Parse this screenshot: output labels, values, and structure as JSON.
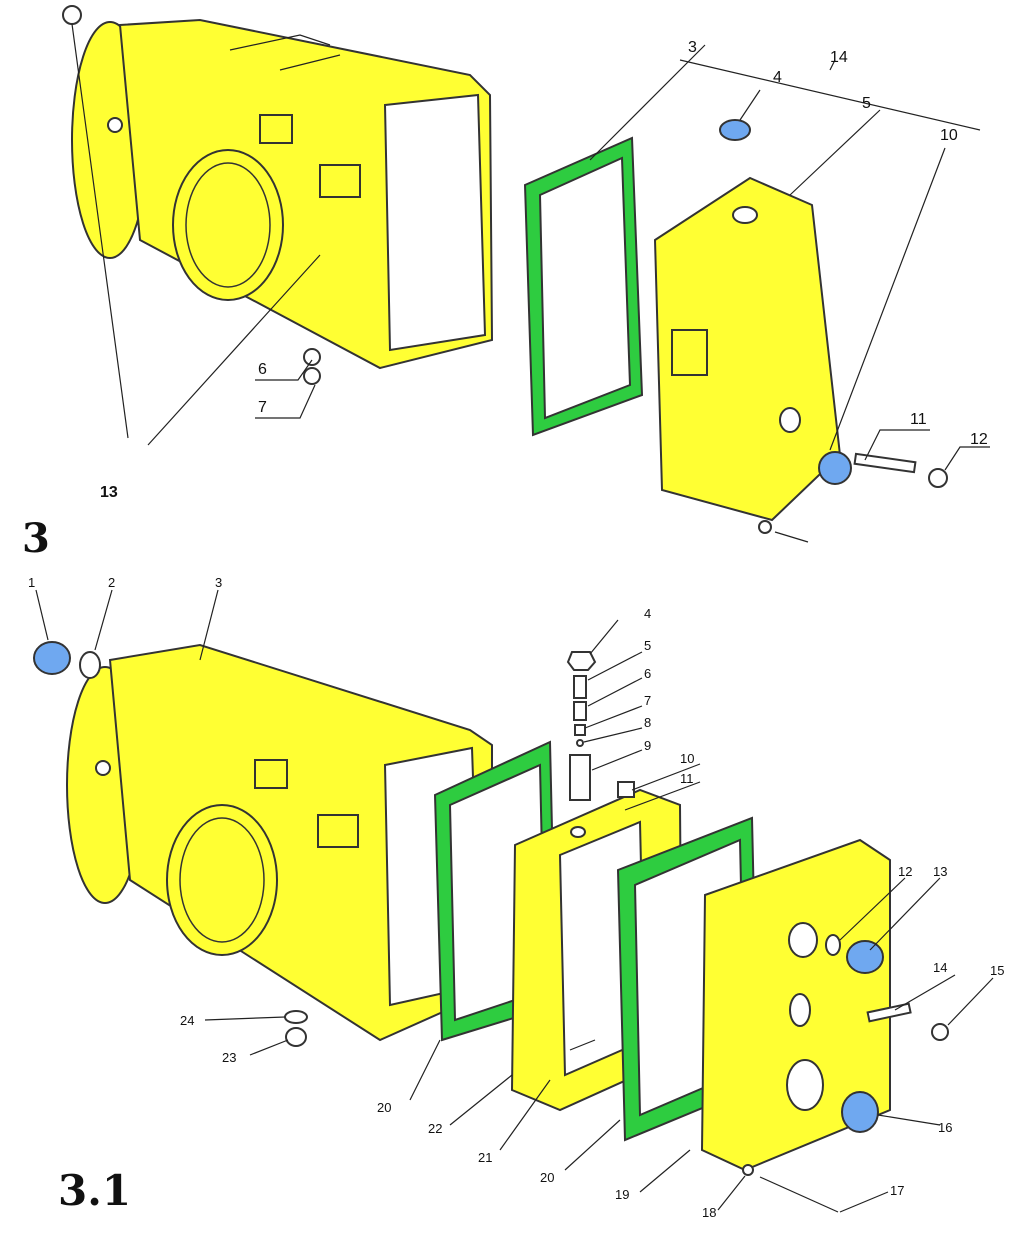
{
  "colors": {
    "housing": "#ffff33",
    "gasket": "#2ecc40",
    "bushing": "#6fa8f0",
    "outline": "#333333"
  },
  "figure_top": {
    "number": "3",
    "callouts": [
      "3",
      "4",
      "5",
      "10",
      "11",
      "12",
      "14",
      "6",
      "7",
      "13"
    ]
  },
  "figure_bottom": {
    "number": "3.1",
    "callouts": [
      "1",
      "2",
      "3",
      "4",
      "5",
      "6",
      "7",
      "8",
      "9",
      "10",
      "11",
      "12",
      "13",
      "14",
      "15",
      "16",
      "17",
      "18",
      "19",
      "20",
      "20",
      "21",
      "22",
      "23",
      "24"
    ]
  }
}
